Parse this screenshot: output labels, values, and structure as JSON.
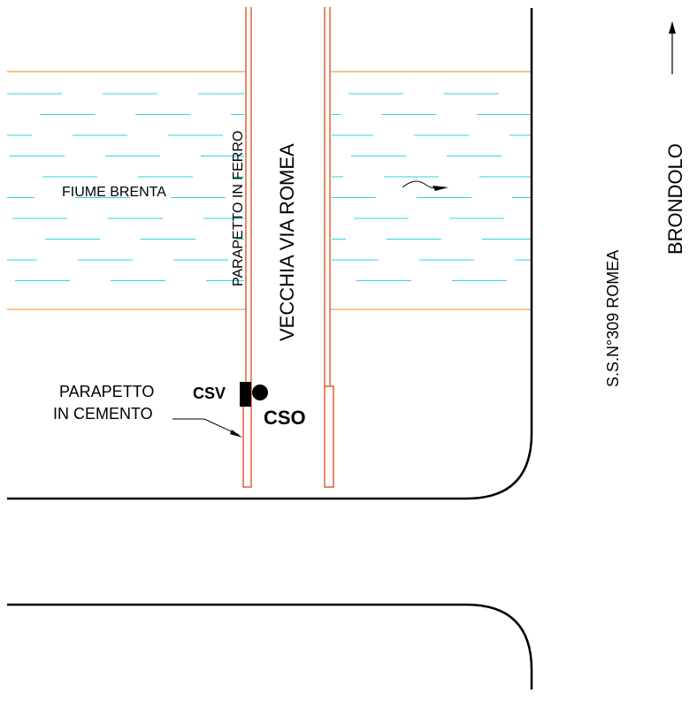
{
  "labels": {
    "river": "FIUME BRENTA",
    "railing_iron": "PARAPETTO IN FERRO",
    "road_old": "VECCHIA VIA ROMEA",
    "road_state": "S.S.N°309 ROMEA",
    "direction": "BRONDOLO",
    "railing_concrete_line1": "PARAPETTO",
    "railing_concrete_line2": "IN CEMENTO",
    "csv": "CSV",
    "cso": "CSO"
  },
  "colors": {
    "water": "#2ed6e6",
    "riverbank": "#f0b070",
    "railing": "#e0603a",
    "road_edge": "#000000",
    "background": "#ffffff"
  },
  "symbols": {
    "csv_marker": "square-marker",
    "cso_marker": "circle-marker",
    "flow": "flow-arrow-icon",
    "north": "direction-arrow-icon"
  }
}
